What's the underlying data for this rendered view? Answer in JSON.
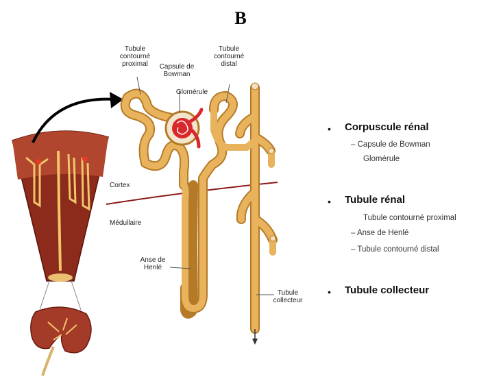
{
  "panel_letter": "B",
  "labels": {
    "proximal": "Tubule contourné proximal",
    "capsule": "Capsule de Bowman",
    "glomerule": "Glomérule",
    "distal": "Tubule contourné distal",
    "cortex": "Cortex",
    "medullaire": "Médullaire",
    "henle": "Anse de Henlé",
    "collecteur": "Tubule collecteur"
  },
  "legend": {
    "corpuscule": {
      "title": "Corpuscule rénal",
      "items": [
        "– Capsule de Bowman",
        "Glomérule"
      ]
    },
    "tubule": {
      "title": "Tubule rénal",
      "items": [
        "Tubule contourné proximal",
        "– Anse de Henlé",
        "– Tubule contourné distal"
      ]
    },
    "collecteur": {
      "title": "Tubule collecteur"
    }
  },
  "colors": {
    "tubule": "#e8b35c",
    "tubule_dark": "#b57a28",
    "medulla": "#8c2a1c",
    "cortex": "#a8402a",
    "glomerulus": "#d8282c",
    "boundary": "#8a1a1a"
  }
}
